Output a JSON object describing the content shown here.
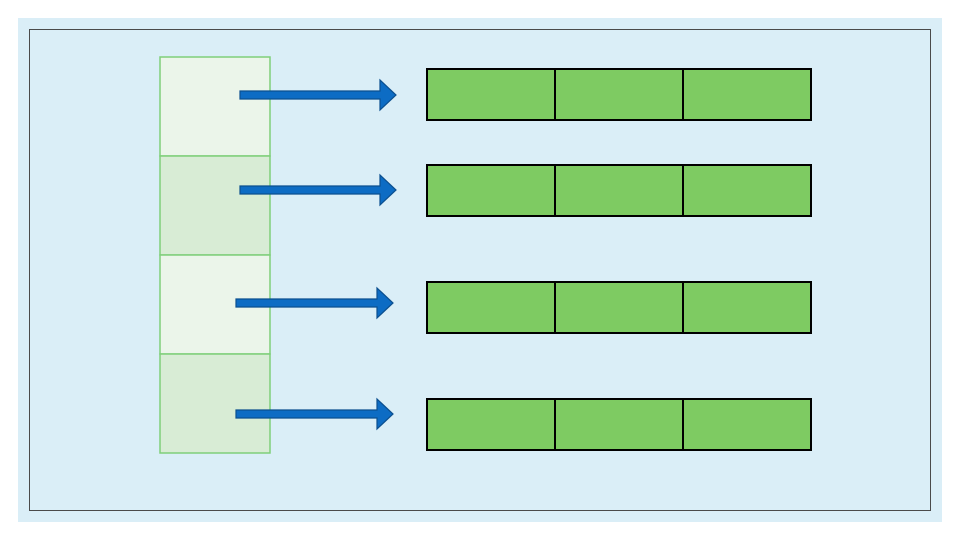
{
  "diagram": {
    "colors": {
      "page_background": "#ffffff",
      "outer_panel": "#daeef7",
      "inner_panel_border": "#4a4a4a",
      "index_cell_light": "#ebf5ea",
      "index_cell_dark": "#d8ecd5",
      "index_cell_border": "#7fcf7a",
      "arrow_fill": "#0d6cc4",
      "arrow_stroke": "#0b4f8f",
      "row_cell_fill": "#7ecb62",
      "row_cell_border": "#000000"
    },
    "index_cells": [
      {
        "shade": "light"
      },
      {
        "shade": "dark"
      },
      {
        "shade": "light"
      },
      {
        "shade": "dark"
      }
    ],
    "rows": [
      {
        "cells": 3
      },
      {
        "cells": 3
      },
      {
        "cells": 3
      },
      {
        "cells": 3
      }
    ]
  }
}
